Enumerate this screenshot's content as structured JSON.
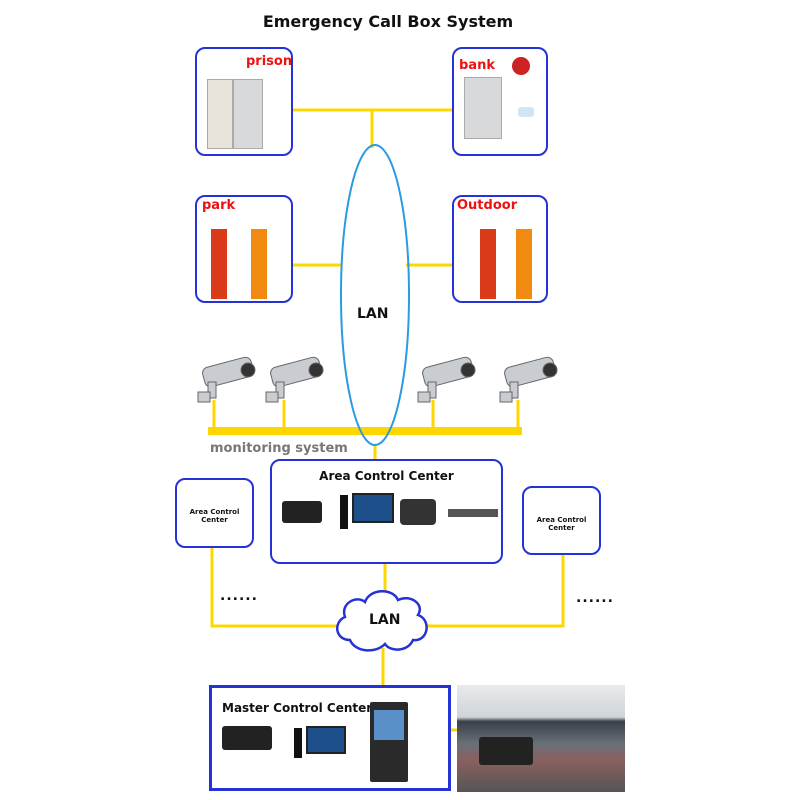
{
  "title": "Emergency Call Box System",
  "sites": {
    "prison": "prison",
    "bank": "bank",
    "park": "park",
    "outdoor": "Outdoor"
  },
  "lan_top": "LAN",
  "monitoring_label": "monitoring system",
  "area_center_main": "Area Control Center",
  "area_center_left": "Area Control Center",
  "area_center_right": "Area Control Center",
  "ellipsis_left": "......",
  "ellipsis_right": "......",
  "lan_bottom": "LAN",
  "master_center": "Master Control Center",
  "colors": {
    "line": "#ffd700",
    "border": "#2533d6",
    "label": "#ee1111",
    "ellipse": "#2b9be0"
  }
}
